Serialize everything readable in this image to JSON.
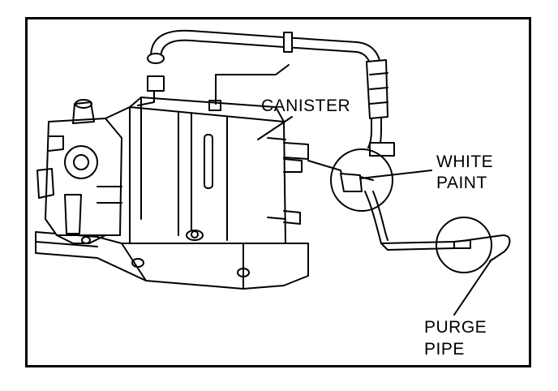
{
  "labels": {
    "canister": "CANISTER",
    "white_paint_line1": "WHITE",
    "white_paint_line2": "PAINT",
    "purge_pipe_line1": "PURGE",
    "purge_pipe_line2": "PIPE"
  },
  "colors": {
    "ink": "#000000",
    "background": "#ffffff"
  }
}
